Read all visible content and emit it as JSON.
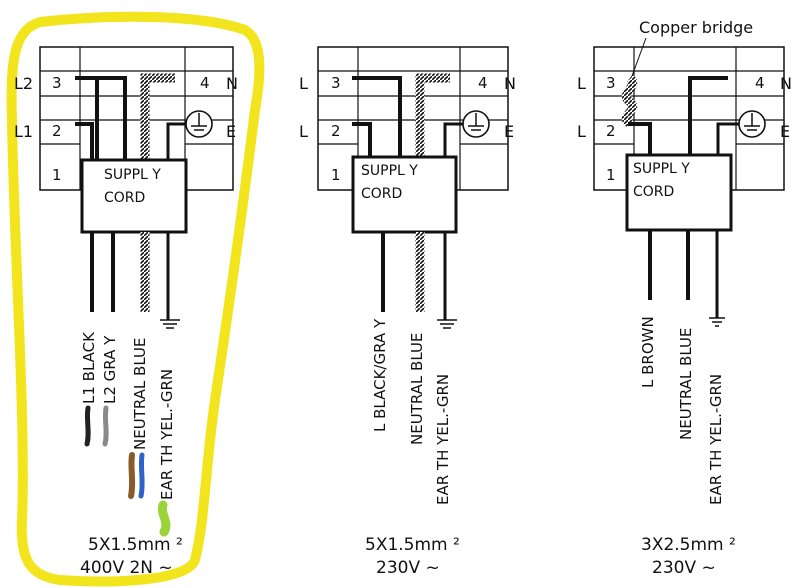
{
  "colors": {
    "highlight": "#f2e51e",
    "ink": "#111111",
    "neutral_blue": "#2f63c9",
    "earth_green": "#9bd33b",
    "brown": "#8b5a2b",
    "gray": "#8a8a8a"
  },
  "diagrams": [
    {
      "terminal_left": [
        "L2",
        "L1",
        ""
      ],
      "terminal_right": [
        "N",
        "E",
        ""
      ],
      "box_numbers": [
        "3",
        "2",
        "1",
        "4"
      ],
      "cord_label": [
        "SUPPL Y",
        "CORD"
      ],
      "wires": [
        "L1 BLACK",
        "L2 GRA Y",
        "NEUTRAL  BLUE",
        "EAR TH  YEL.-GRN"
      ],
      "spec": "5X1.5mm ²",
      "voltage": "400V 2N ~"
    },
    {
      "terminal_left": [
        "L",
        "L",
        ""
      ],
      "terminal_right": [
        "N",
        "E",
        ""
      ],
      "box_numbers": [
        "3",
        "2",
        "1",
        "4"
      ],
      "cord_label": [
        "SUPPL Y",
        "CORD"
      ],
      "wires": [
        "L BLACK/GRA Y",
        "NEUTRAL  BLUE",
        "EAR TH  YEL.-GRN"
      ],
      "spec": "5X1.5mm ²",
      "voltage": "230V ~"
    },
    {
      "terminal_left": [
        "L",
        "L",
        ""
      ],
      "terminal_right": [
        "N",
        "E",
        ""
      ],
      "box_numbers": [
        "3",
        "2",
        "1",
        "4"
      ],
      "cord_label": [
        "SUPPL Y",
        "CORD"
      ],
      "wires": [
        "L BROWN",
        "NEUTRAL  BLUE",
        "EAR TH  YEL.-GRN"
      ],
      "spec": "3X2.5mm ²",
      "voltage": "230V ~",
      "annotation": "Copper bridge"
    }
  ]
}
